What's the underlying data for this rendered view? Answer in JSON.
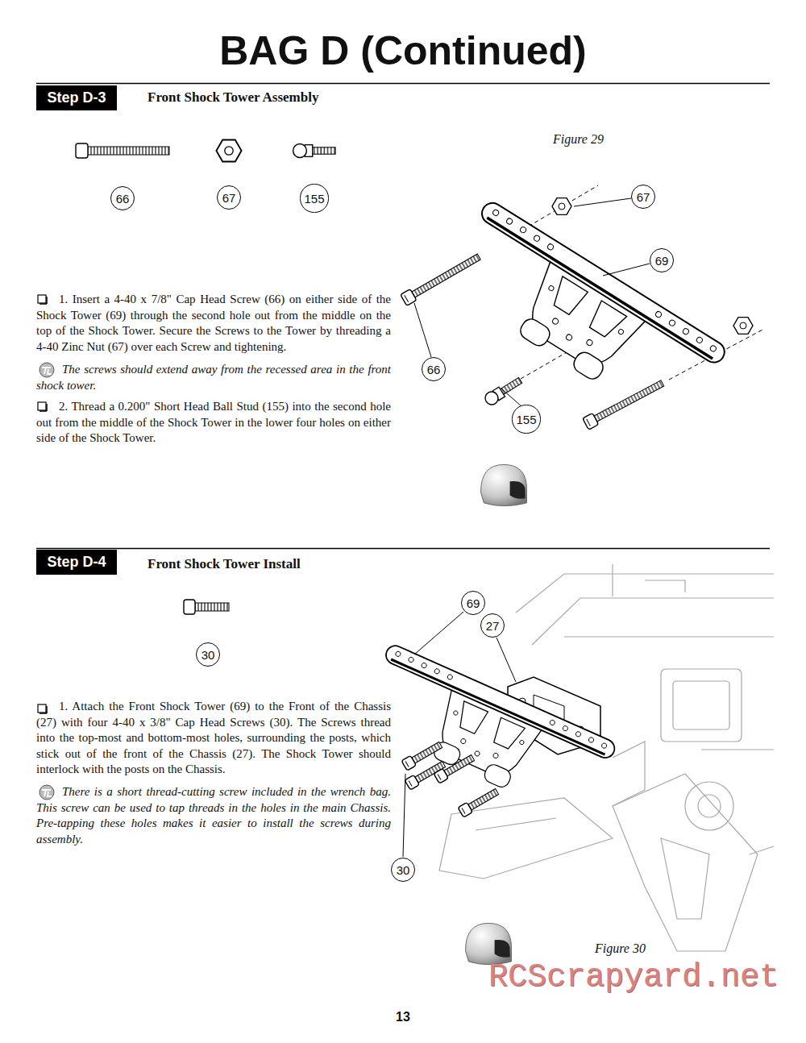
{
  "diagram": {
    "title": "BAG D (Continued)",
    "nodes": [
      {
        "text": [
          "Step D-3"
        ]
      },
      {
        "text": [
          "66"
        ]
      },
      {
        "text": [
          "67"
        ]
      },
      {
        "text": [
          "155"
        ]
      },
      {
        "text": [
          "67"
        ]
      },
      {
        "text": [
          "69"
        ]
      },
      {
        "text": [
          "66"
        ]
      },
      {
        "text": [
          "155"
        ]
      },
      {
        "text": [
          "Step D-4"
        ]
      },
      {
        "text": [
          "30"
        ]
      },
      {
        "text": [
          "69"
        ]
      },
      {
        "text": [
          "27"
        ]
      },
      {
        "text": [
          "30"
        ]
      }
    ],
    "labels": [
      "Front Shock Tower Assembly",
      "Figure 29",
      "1. Insert a 4-40 x 7/8\" Cap Head Screw (66) on either side of the Shock Tower (69) through the second hole out from the middle on the top of the Shock Tower. Secure the Screws to the Tower by threading a 4-40 Zinc Nut (67) over each Screw and tightening.",
      "The screws should extend away from the recessed area in the front shock tower.",
      "2. Thread a 0.200\" Short Head Ball Stud (155) into the second hole out from the middle of the Shock Tower in the lower four holes on either side of the Shock Tower.",
      "Front Shock Tower Install",
      "1. Attach the Front Shock Tower (69) to the Front of the Chassis (27) with four 4-40 x 3/8\" Cap Head Screws (30). The Screws thread into the top-most and bottom-most holes, surrounding the posts, which stick out of the front of the Chassis (27). The Shock Tower should interlock with the posts on the Chassis.",
      "There is a short thread-cutting screw included in the wrench bag. This screw can be used to tap threads in the holes in the main Chassis. Pre-tapping these holes makes it easier to install the screws during assembly.",
      "Figure 30",
      "RCScrapyard.net",
      "13"
    ]
  }
}
